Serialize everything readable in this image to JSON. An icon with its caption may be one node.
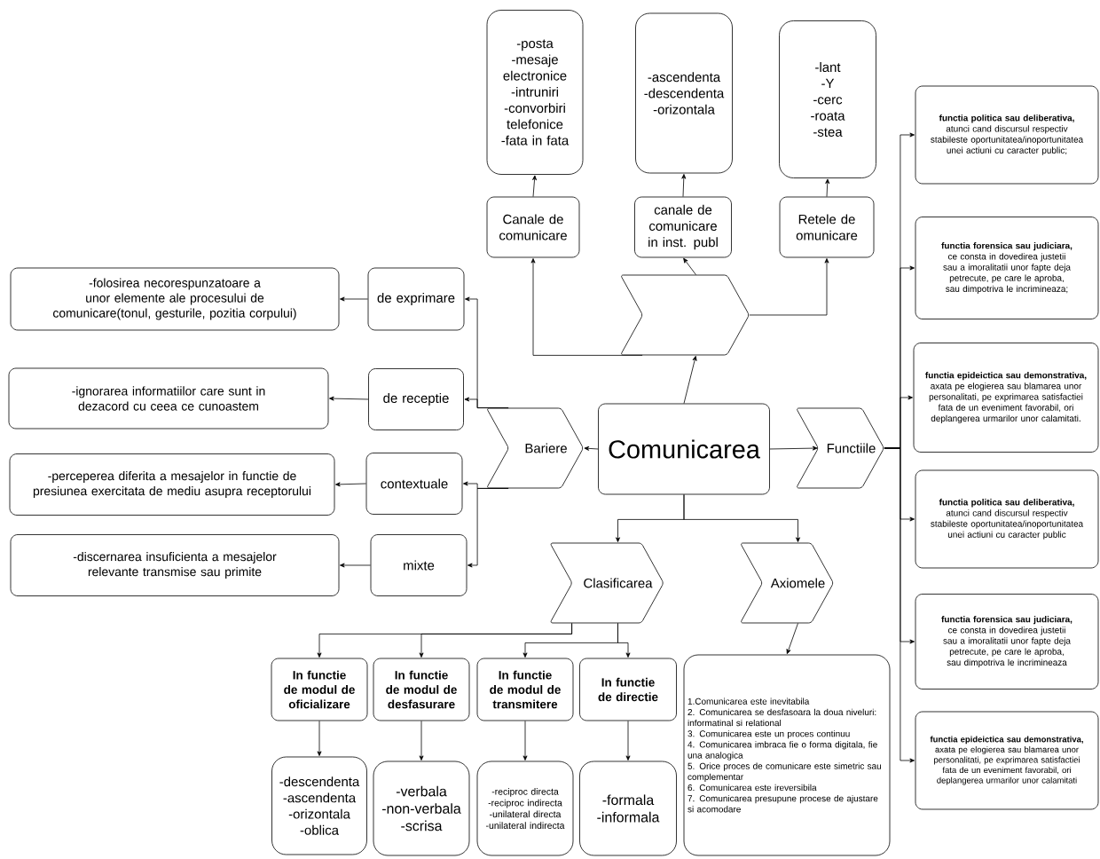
{
  "diagram": {
    "nodes": [
      {
        "text": [
          "Comunicarea"
        ]
      },
      {
        "text": [],
        "shape": "chevron"
      },
      {
        "text": [
          "Canale de comunicare"
        ]
      },
      {
        "text": [
          "canale de comunicare in inst. publ"
        ]
      },
      {
        "text": [
          "Retele de omunicare"
        ]
      },
      {
        "text": [
          "-posta",
          "-mesaje electronice",
          "-intruniri",
          "-convorbiri telefonice",
          "-fata in fata"
        ]
      },
      {
        "text": [
          "-ascendenta",
          "-descendenta",
          "-orizontala"
        ]
      },
      {
        "text": [
          "-lant",
          "-Y",
          "-cerc",
          "-roata",
          "-stea"
        ]
      },
      {
        "text": [
          "Bariere"
        ]
      },
      {
        "text": [
          "de exprimare"
        ]
      },
      {
        "text": [
          "de receptie"
        ]
      },
      {
        "text": [
          "contextuale"
        ]
      },
      {
        "text": [
          "mixte"
        ]
      },
      {
        "text": [
          "-folosirea necorespunzatoare a unor elemente ale procesului de comunicare(tonul, gesturile, pozitia corpului)"
        ]
      },
      {
        "text": [
          "-ignorarea informatiilor care sunt in dezacord cu ceea ce cunoastem"
        ]
      },
      {
        "text": [
          "-perceperea diferita a mesajelor in functie de presiunea exercitata de mediu asupra receptorului"
        ]
      },
      {
        "text": [
          "-discernarea insuficienta a mesajelor relevante transmise sau primite"
        ]
      },
      {
        "text": [
          "Functiile"
        ]
      },
      {
        "text": [
          "**functia politica sau deliberativa,** atunci cand discursul respectiv stabileste oportunitatea/inoportunitatea unei actiuni cu caracter public;"
        ]
      },
      {
        "text": [
          "functia forensica sau judiciara,",
          "ce consta in dovedirea justetii sau a imoralitatii unor fapte deja petrecute, pe care le aproba, sau dimpotriva le incrimineaza;"
        ]
      },
      {
        "text": [
          "functia epideictica sau demonstrativa,",
          "axata pe elogierea sau blamarea unor personalitati, pe exprimarea satisfactiei fata de un eveniment favorabil, ori deplangerea urmarilor unor calamitati."
        ]
      },
      {
        "text": [
          "functia politica sau deliberativa,",
          "atunci cand discursul respectiv stabileste oportunitatea/inoportunitatea unei actiuni cu caracter public"
        ]
      },
      {
        "text": [
          "functia forensica sau judiciara,",
          "ce consta in dovedirea justetii sau a imoralitatii unor fapte deja petrecute, pe care le aproba, sau dimpotriva le incrimineaza"
        ]
      },
      {
        "text": [
          "functia epideictica sau demonstrativa,",
          "axata pe elogierea sau blamarea unor personalitati, pe exprimarea satisfactiei fata de un eveniment favorabil, ori deplangerea urmarilor unor calamitati"
        ]
      },
      {
        "text": [
          "Clasificarea"
        ]
      },
      {
        "text": [
          "Axiomele"
        ]
      },
      {
        "text": [
          "In functie de modul de oficializare"
        ]
      },
      {
        "text": [
          "In functie de modul de desfasurare"
        ]
      },
      {
        "text": [
          "In functie de modul de transmitere"
        ]
      },
      {
        "text": [
          "In functie de directie"
        ]
      },
      {
        "text": [
          "-descendenta",
          "-ascendenta",
          "-orizontala",
          "-oblica"
        ]
      },
      {
        "text": [
          "-verbala",
          "-non-verbala",
          "-scrisa"
        ]
      },
      {
        "text": [
          "-reciproc directa",
          "-reciproc indirecta",
          "-unilateral directa",
          "-unilateral indirecta"
        ]
      },
      {
        "text": [
          "-formala",
          "-informala"
        ]
      },
      {
        "text": [
          "1.Comunicarea este inevitabila",
          "2. Comunicarea se desfasoara la doua niveluri: informatinal si relational",
          "3. Comunicarea este un proces continuu",
          "4. Comunicarea imbraca fie o forma digitala, fie una analogica",
          "5. Orice proces de comunicare este simetric sau complementar",
          "6. Comunicarea este ireversibila",
          "7. Comunicarea presupune procese de ajustare si acomodare"
        ]
      }
    ],
    "edges": [
      {
        "from": 0,
        "to": 1,
        "arrow": "to"
      },
      {
        "from": 1,
        "to": 2,
        "arrow": "to"
      },
      {
        "from": 1,
        "to": 3,
        "arrow": "to"
      },
      {
        "from": 1,
        "to": 4,
        "arrow": "to"
      },
      {
        "from": 2,
        "to": 5,
        "arrow": "to"
      },
      {
        "from": 3,
        "to": 6,
        "arrow": "to"
      },
      {
        "from": 4,
        "to": 7,
        "arrow": "to"
      },
      {
        "from": 0,
        "to": 8,
        "arrow": "to"
      },
      {
        "from": 8,
        "to": 9,
        "arrow": "to"
      },
      {
        "from": 8,
        "to": 10,
        "arrow": "to"
      },
      {
        "from": 8,
        "to": 11,
        "arrow": "to"
      },
      {
        "from": 8,
        "to": 12,
        "arrow": "to"
      },
      {
        "from": 9,
        "to": 13,
        "arrow": "to"
      },
      {
        "from": 10,
        "to": 14,
        "arrow": "to"
      },
      {
        "from": 11,
        "to": 15,
        "arrow": "to"
      },
      {
        "from": 12,
        "to": 16,
        "arrow": "to"
      },
      {
        "from": 0,
        "to": 17,
        "arrow": "to"
      },
      {
        "from": 17,
        "to": 18,
        "arrow": "to"
      },
      {
        "from": 17,
        "to": 19,
        "arrow": "to"
      },
      {
        "from": 17,
        "to": 20,
        "arrow": "to"
      },
      {
        "from": 17,
        "to": 21,
        "arrow": "to"
      },
      {
        "from": 17,
        "to": 22,
        "arrow": "to"
      },
      {
        "from": 17,
        "to": 23,
        "arrow": "to"
      },
      {
        "from": 0,
        "to": 24,
        "arrow": "to"
      },
      {
        "from": 0,
        "to": 25,
        "arrow": "to"
      },
      {
        "from": 24,
        "to": 26,
        "arrow": "to"
      },
      {
        "from": 24,
        "to": 27,
        "arrow": "to"
      },
      {
        "from": 24,
        "to": 28,
        "arrow": "to"
      },
      {
        "from": 24,
        "to": 29,
        "arrow": "to"
      },
      {
        "from": 25,
        "to": 34,
        "arrow": "to"
      },
      {
        "from": 26,
        "to": 30,
        "arrow": "to"
      },
      {
        "from": 27,
        "to": 31,
        "arrow": "to"
      },
      {
        "from": 28,
        "to": 32,
        "arrow": "to"
      },
      {
        "from": 29,
        "to": 33,
        "arrow": "to"
      }
    ]
  }
}
